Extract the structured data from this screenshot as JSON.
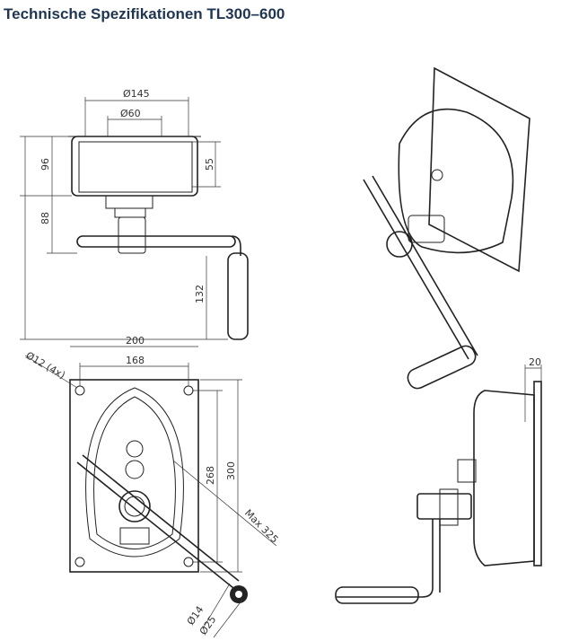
{
  "title": "Technische Spezifikationen TL300–600",
  "dimensions": {
    "d145": "Ø145",
    "d60": "Ø60",
    "h96": "96",
    "h55": "55",
    "h88": "88",
    "h132": "132",
    "w200": "200",
    "w168": "168",
    "d12": "Ø12 (4x)",
    "h268": "268",
    "h300": "300",
    "max325": "Max 325",
    "d14": "Ø14",
    "d25": "Ø25",
    "w20": "20"
  }
}
